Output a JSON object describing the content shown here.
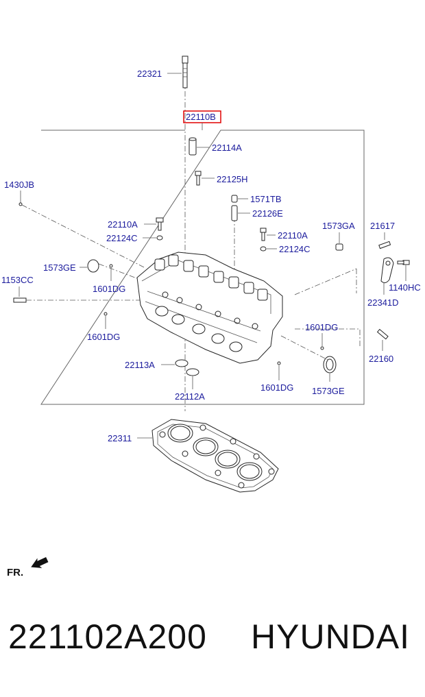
{
  "diagram": {
    "labels": {
      "p22321": "22321",
      "p22110B": "22110B",
      "p22114A": "22114A",
      "p22125H": "22125H",
      "p1430JB": "1430JB",
      "p1571TB": "1571TB",
      "p22126E": "22126E",
      "p22110A_left": "22110A",
      "p22124C_left": "22124C",
      "p22110A_right": "22110A",
      "p22124C_right": "22124C",
      "p1573GA": "1573GA",
      "p21617": "21617",
      "p1573GE_left": "1573GE",
      "p1153CC": "1153CC",
      "p1601DG_1": "1601DG",
      "p1601DG_2": "1601DG",
      "p1601DG_3": "1601DG",
      "p1601DG_4": "1601DG",
      "p1140HC": "1140HC",
      "p22341D": "22341D",
      "p22113A": "22113A",
      "p22112A": "22112A",
      "p1573GE_right": "1573GE",
      "p22160": "22160",
      "p22311": "22311"
    },
    "highlight_color": "#e00000",
    "label_color": "#1a1a9c",
    "direction_label": "FR."
  },
  "footer": {
    "part_number": "221102A200",
    "brand": "HYUNDAI"
  }
}
